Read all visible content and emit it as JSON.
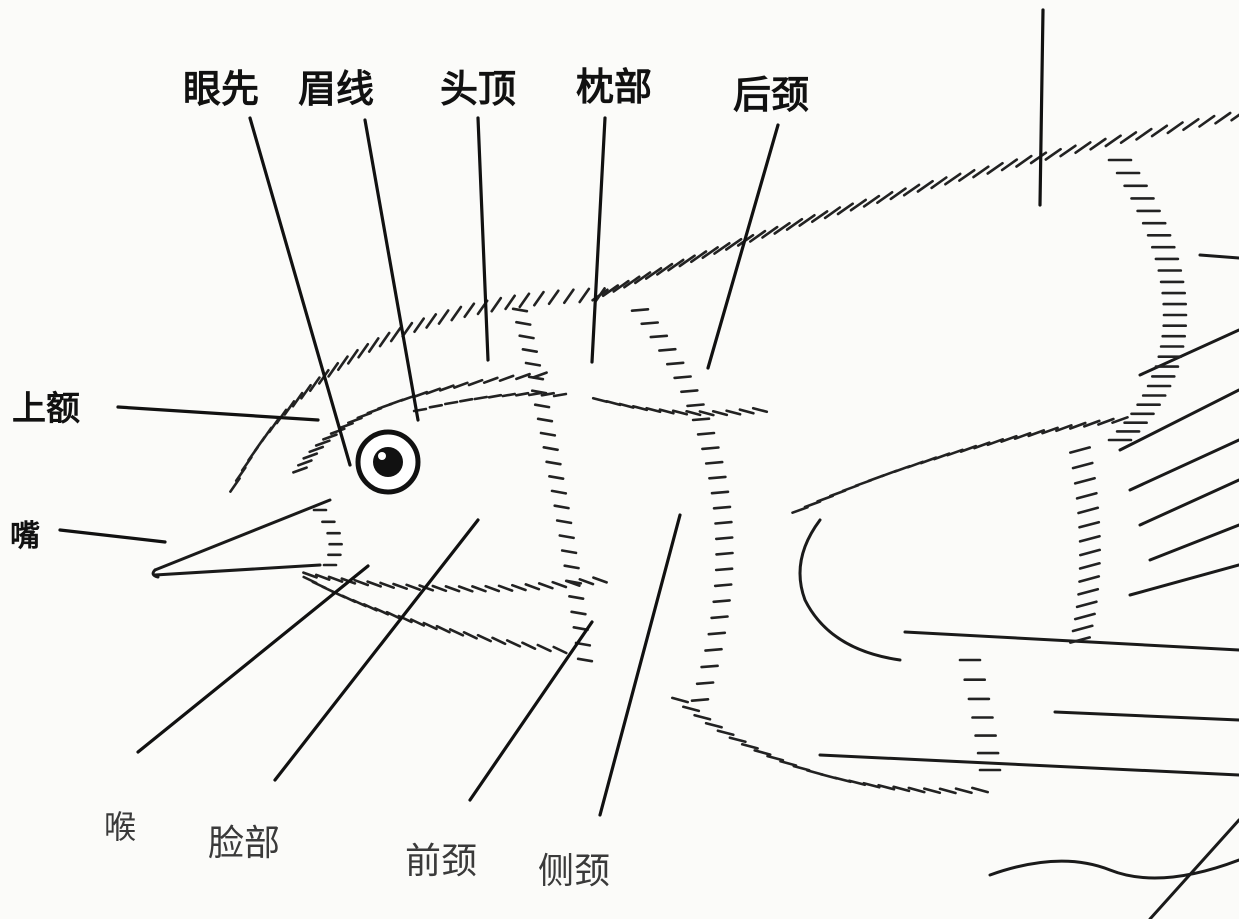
{
  "labels": {
    "lores": "眼先",
    "supercilium": "眉线",
    "crown": "头顶",
    "occiput": "枕部",
    "nape": "后颈",
    "forehead": "上额",
    "bill": "嘴",
    "chin": "喉",
    "cheek": "脸部",
    "foreneck": "前颈",
    "side_neck": "侧颈"
  }
}
